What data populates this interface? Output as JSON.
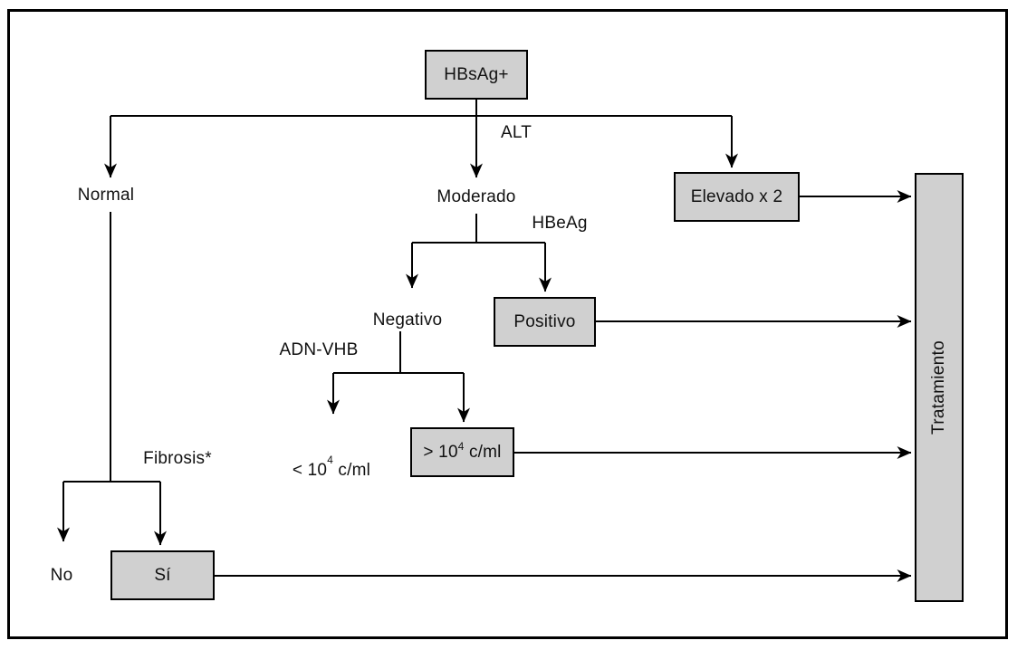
{
  "figure": {
    "description": "Flowchart / decision algorithm for treatment of HBsAg-positive patients",
    "colors": {
      "background": "#ffffff",
      "box_fill": "#d0d0d0",
      "line": "#000000",
      "text": "#111111"
    },
    "nodes": {
      "root_box": "HBsAg+",
      "alt_branch_label": "ALT",
      "normal_text": "Normal",
      "moderado_text": "Moderado",
      "elevado_box": "Elevado x 2",
      "hbeag_branch_label": "HBeAg",
      "negativo_text": "Negativo",
      "positivo_box": "Positivo",
      "adn_vhb_branch_label": "ADN-VHB",
      "low_viral_text": {
        "prefix": "< 10",
        "sup": "4",
        "suffix": " c/ml"
      },
      "high_viral_box": {
        "prefix": "> 10",
        "sup": "4",
        "suffix": " c/ml"
      },
      "fibrosis_branch_label": "Fibrosis*",
      "no_text": "No",
      "si_box": "Sí",
      "treatment_bar": "Tratamiento"
    }
  }
}
